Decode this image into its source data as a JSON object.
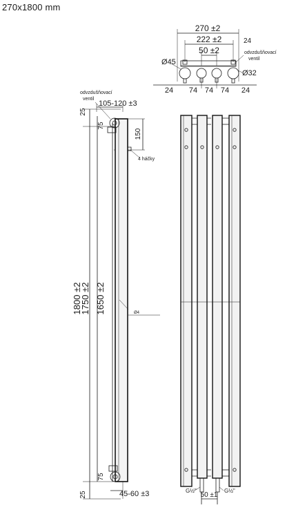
{
  "title": "270x1800 mm",
  "top_view": {
    "dim_total": "270 ±2",
    "dim_mid": "222 ±2",
    "dim_inner": "50 ±2",
    "dim_edge_right": "24",
    "dia_large": "Ø45",
    "dia_small": "Ø32",
    "vent_label_1": "odvzdušňovací",
    "vent_label_2": "ventil",
    "bottom_dims": [
      "24",
      "74",
      "74",
      "74",
      "24"
    ]
  },
  "side_view": {
    "vent_label_1": "odvzdušňovací",
    "vent_label_2": "ventil",
    "dim_top_offset": "105-120 ±3",
    "dim_bottom_offset": "45-60 ±3",
    "dim_25_top": "25",
    "dim_75_top": "75",
    "dim_150": "150",
    "hooks_label": "4 háčky",
    "dim_total_height": "1800 ±2",
    "dim_axis_height": "1750 ±2",
    "dim_hook_height": "1650 ±2",
    "dia_pin": "Ø4",
    "dim_75_bottom": "75",
    "dim_25_bottom": "25"
  },
  "front_view": {
    "conn_left": "G½\"",
    "conn_right": "G½\"",
    "conn_dist": "50 ±1"
  }
}
